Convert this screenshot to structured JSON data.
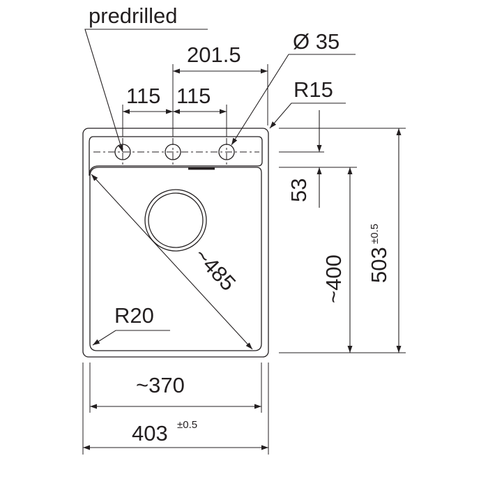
{
  "drawing": {
    "colors": {
      "line": "#231f20",
      "background": "#ffffff"
    },
    "labels": {
      "predrilled": "predrilled",
      "hole_diameter": "Ø 35",
      "corner_radius_top": "R15",
      "corner_radius_bowl": "R20",
      "hole_pitch_total": "201.5",
      "hole_pitch_left": "115",
      "hole_pitch_right": "115",
      "hole_offset": "53",
      "bowl_depth": "~400",
      "total_depth_value": "503",
      "total_depth_tolerance": "±0.5",
      "bowl_diagonal": "~485",
      "bowl_width": "~370",
      "total_width_value": "403",
      "total_width_tolerance": "±0.5"
    }
  }
}
